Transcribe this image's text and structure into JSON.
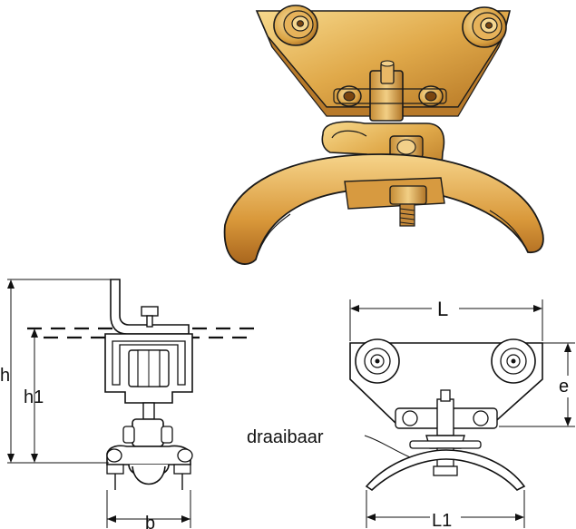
{
  "labels": {
    "h": "h",
    "h1": "h1",
    "b": "b",
    "L": "L",
    "L1": "L1",
    "e": "e",
    "draaibaar": "draaibaar"
  },
  "colors": {
    "bronze_light": "#f2c76a",
    "bronze_mid": "#d9a03a",
    "bronze_dark": "#a8681f",
    "outline": "#1a1a1a"
  }
}
